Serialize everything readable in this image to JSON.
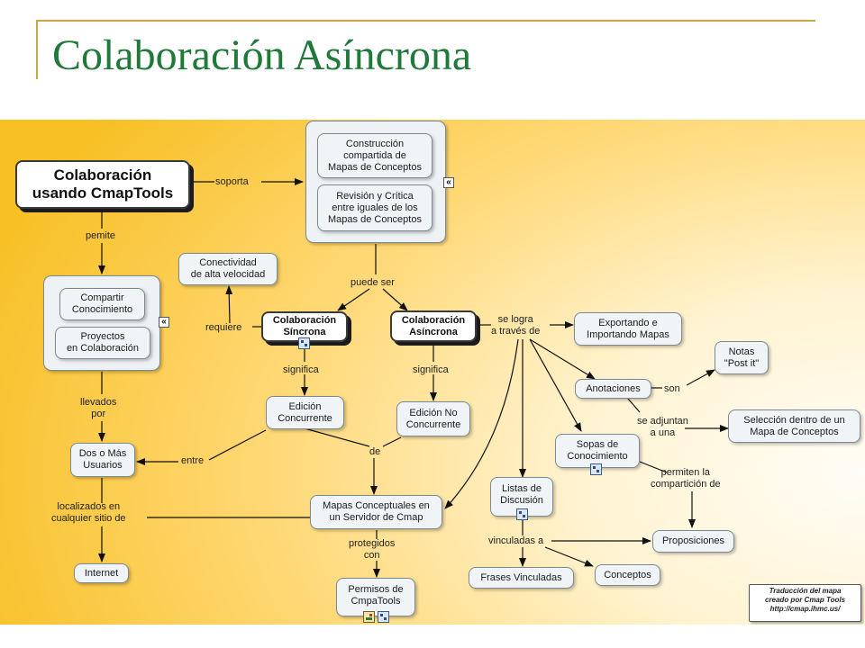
{
  "title": "Colaboración Asíncrona",
  "nodes": {
    "colaboracion_cmap": "Colaboración\nusando CmapTools",
    "construccion": "Construcción\ncompartida de\nMapas de Conceptos",
    "revision": "Revisión y Crítica\nentre iguales de los\nMapas de Conceptos",
    "conectividad": "Conectividad\nde alta velocidad",
    "compartir": "Compartir\nConocimiento",
    "proyectos": "Proyectos\nen Colaboración",
    "sincrona": "Colaboración\nSíncrona",
    "asincrona": "Colaboración\nAsíncrona",
    "exportando": "Exportando e\nImportando Mapas",
    "notas": "Notas\n\"Post it\"",
    "anotaciones": "Anotaciones",
    "seleccion": "Selección dentro de un\nMapa de Conceptos",
    "edicion_concurrente": "Edición\nConcurrente",
    "edicion_no_concurrente": "Edición No\nConcurrente",
    "dos_mas": "Dos o Más\nUsuarios",
    "sopas": "Sopas de\nConocimiento",
    "listas": "Listas de\nDiscusión",
    "mapas_servidor": "Mapas Conceptuales en\nun Servidor de Cmap",
    "internet": "Internet",
    "proposiciones": "Proposiciones",
    "conceptos": "Conceptos",
    "frases": "Frases Vinculadas",
    "permisos": "Permisos de\nCmpaTools"
  },
  "links": {
    "soporta": "soporta",
    "pemite": "pemite",
    "puede_ser": "puede ser",
    "requiere": "requiere",
    "se_logra": "se logra\na través de",
    "son": "son",
    "se_adjuntan": "se adjuntan\na una",
    "significa_1": "significa",
    "significa_2": "significa",
    "llevados_por": "llevados\npor",
    "entre": "entre",
    "de": "de",
    "permiten": "permiten la\ncompartición de",
    "localizados": "localizados en\ncualquier sitio de",
    "protegidos": "protegidos\ncon",
    "vinculadas": "vinculadas a"
  },
  "badges": {
    "expand_symbol": "«"
  },
  "credit": "Traducción del mapa\ncreado por Cmap Tools\nhttp://cmap.ihmc.us/"
}
